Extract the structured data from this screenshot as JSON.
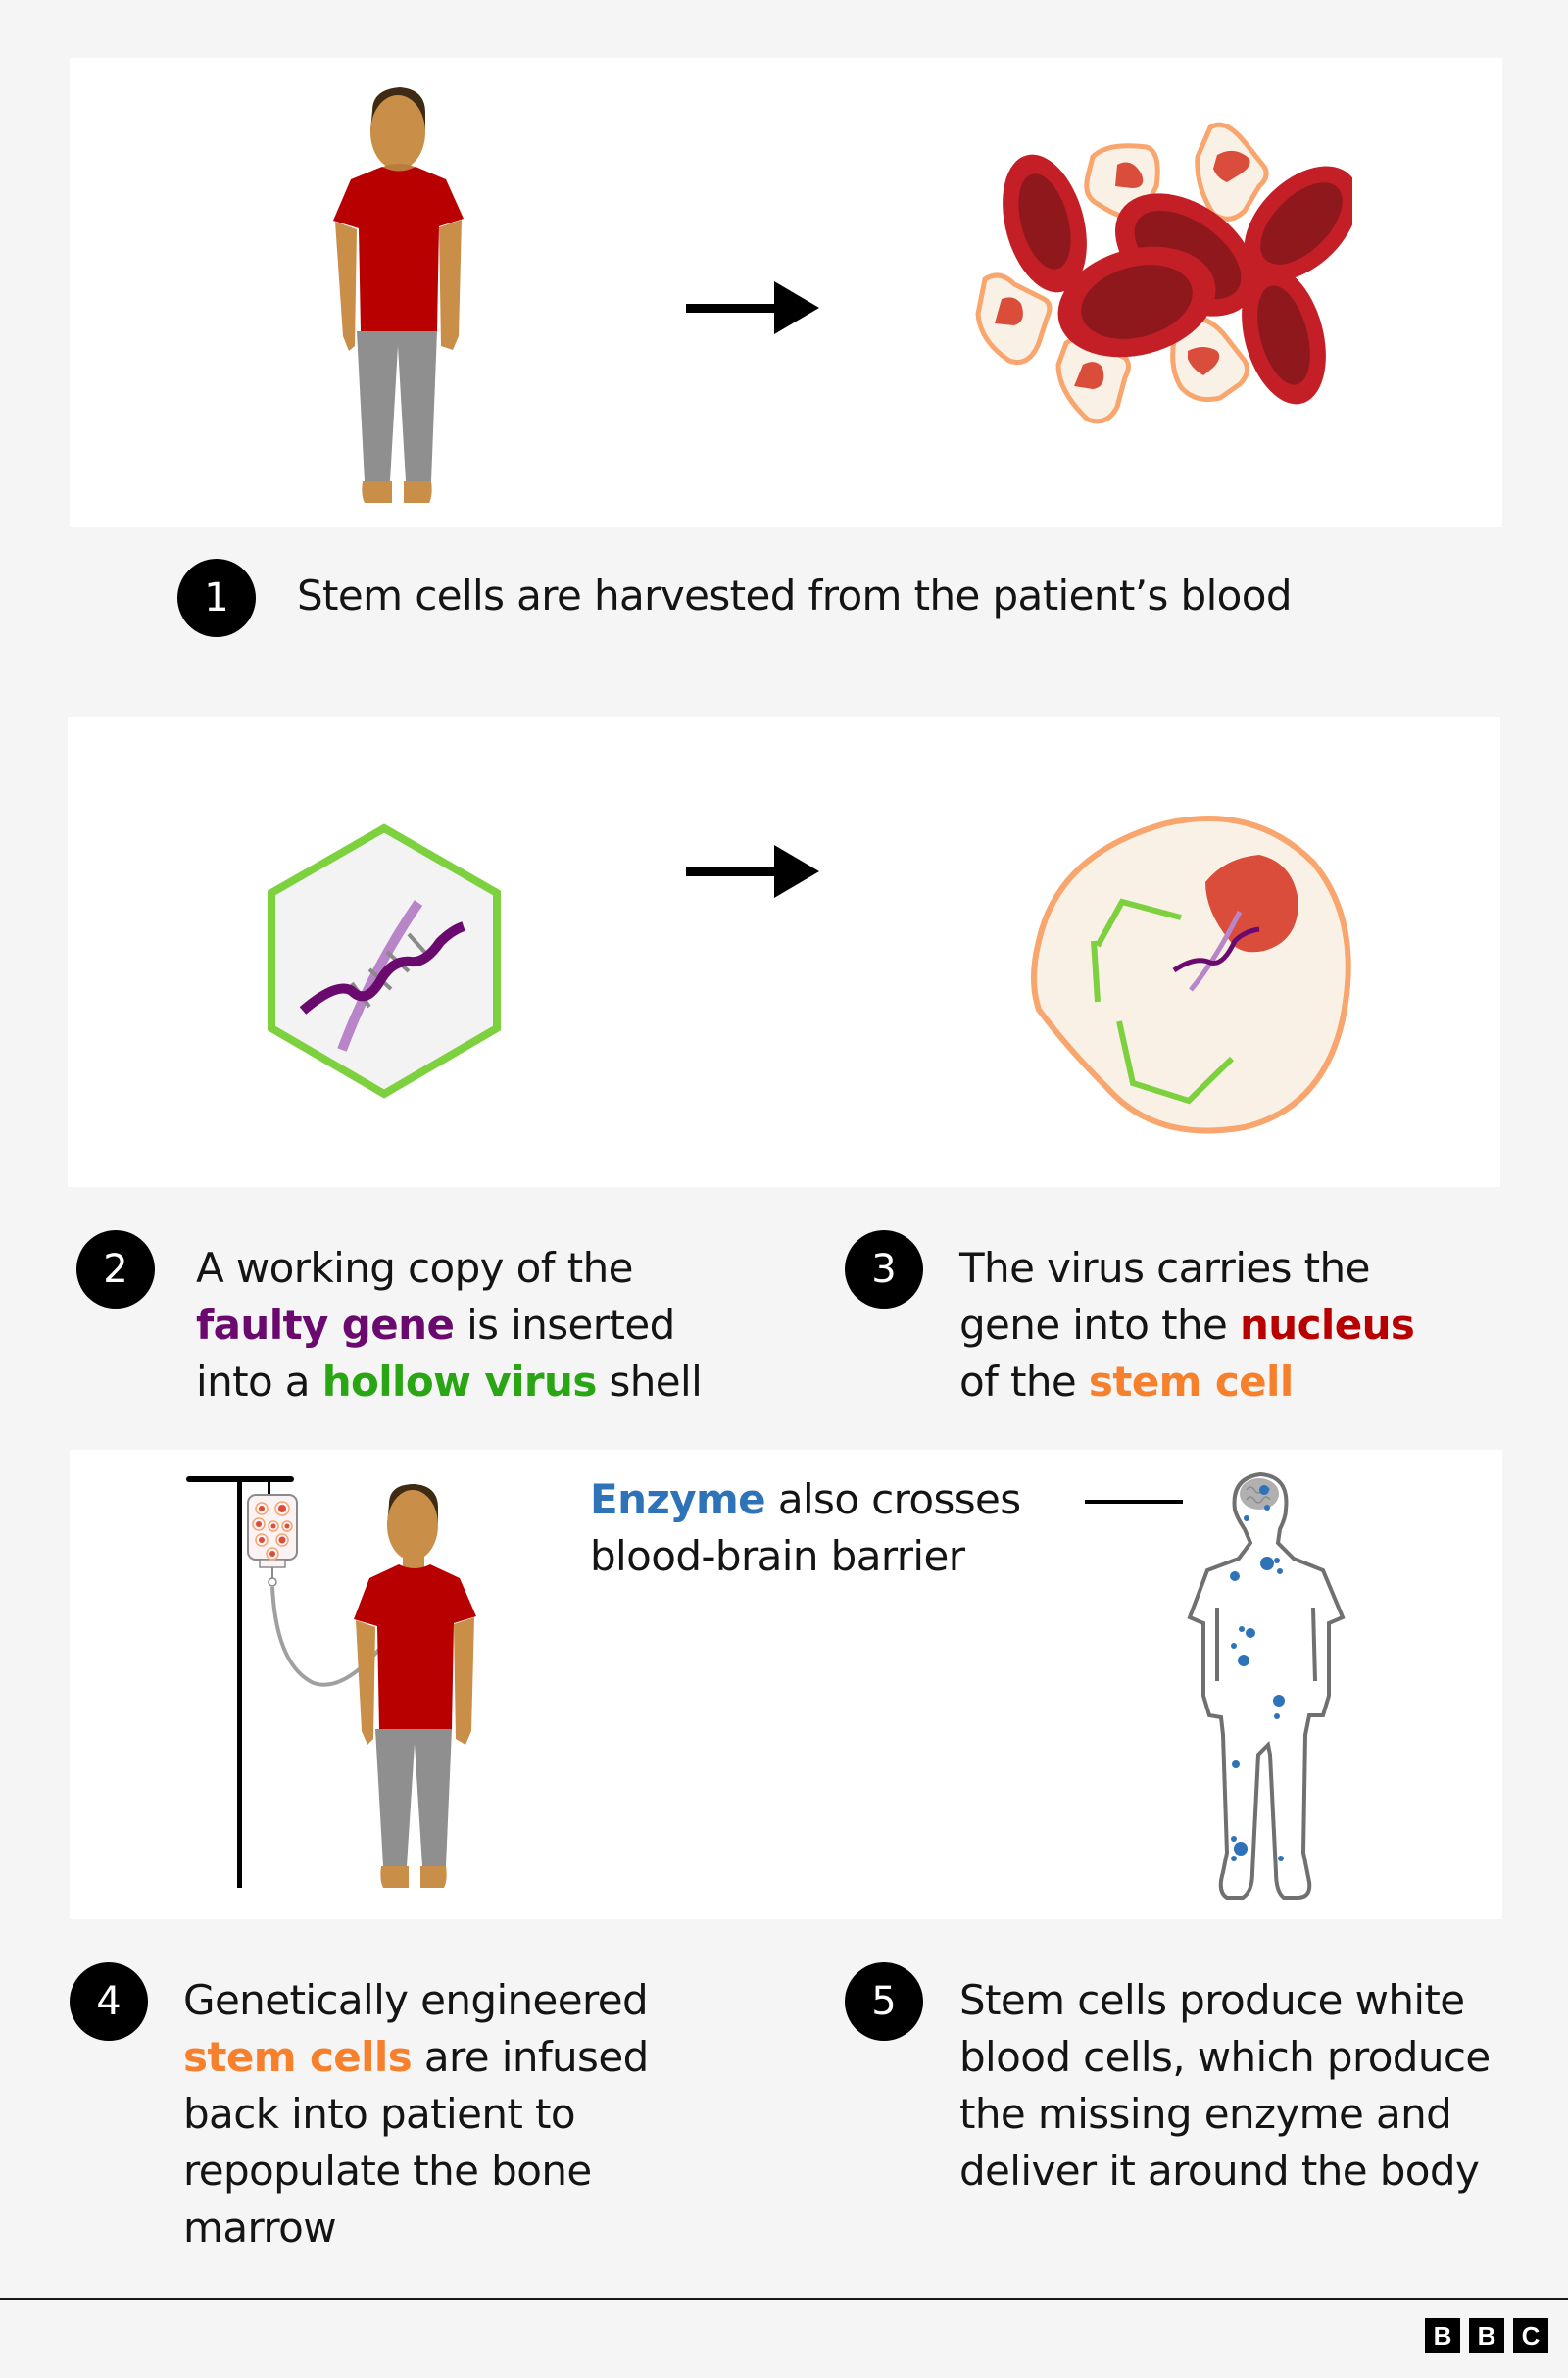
{
  "colors": {
    "background": "#f5f5f5",
    "panel": "#ffffff",
    "purple": "#6b0a6e",
    "green": "#2aa513",
    "red": "#b80000",
    "orange": "#f7802d",
    "blue": "#2e73b8"
  },
  "steps": [
    {
      "number": "1",
      "parts": [
        "Stem cells are harvested from the patient’s blood"
      ]
    },
    {
      "number": "2",
      "line1": "A working copy of the",
      "highlight1": "faulty gene",
      "line2_rest": " is inserted",
      "line3_pre": "into a ",
      "highlight2": "hollow virus",
      "line3_post": " shell"
    },
    {
      "number": "3",
      "line1": "The virus carries the",
      "line2_pre": "gene into the ",
      "highlight1": "nucleus",
      "line3_pre": "of the ",
      "highlight2": "stem cell"
    },
    {
      "number": "4",
      "line1": "Genetically engineered",
      "highlight1": "stem cells",
      "line2_rest": " are infused",
      "line3": "back into patient to",
      "line4": "repopulate the bone",
      "line5": "marrow"
    },
    {
      "number": "5",
      "line1": "Stem cells produce white",
      "line2": "blood cells, which produce",
      "line3": "the missing enzyme and",
      "line4": "deliver it around the body"
    }
  ],
  "annotation": {
    "highlight": "Enzyme",
    "line1_rest": " also crosses",
    "line2": "blood-brain barrier"
  },
  "logo": [
    "B",
    "B",
    "C"
  ]
}
